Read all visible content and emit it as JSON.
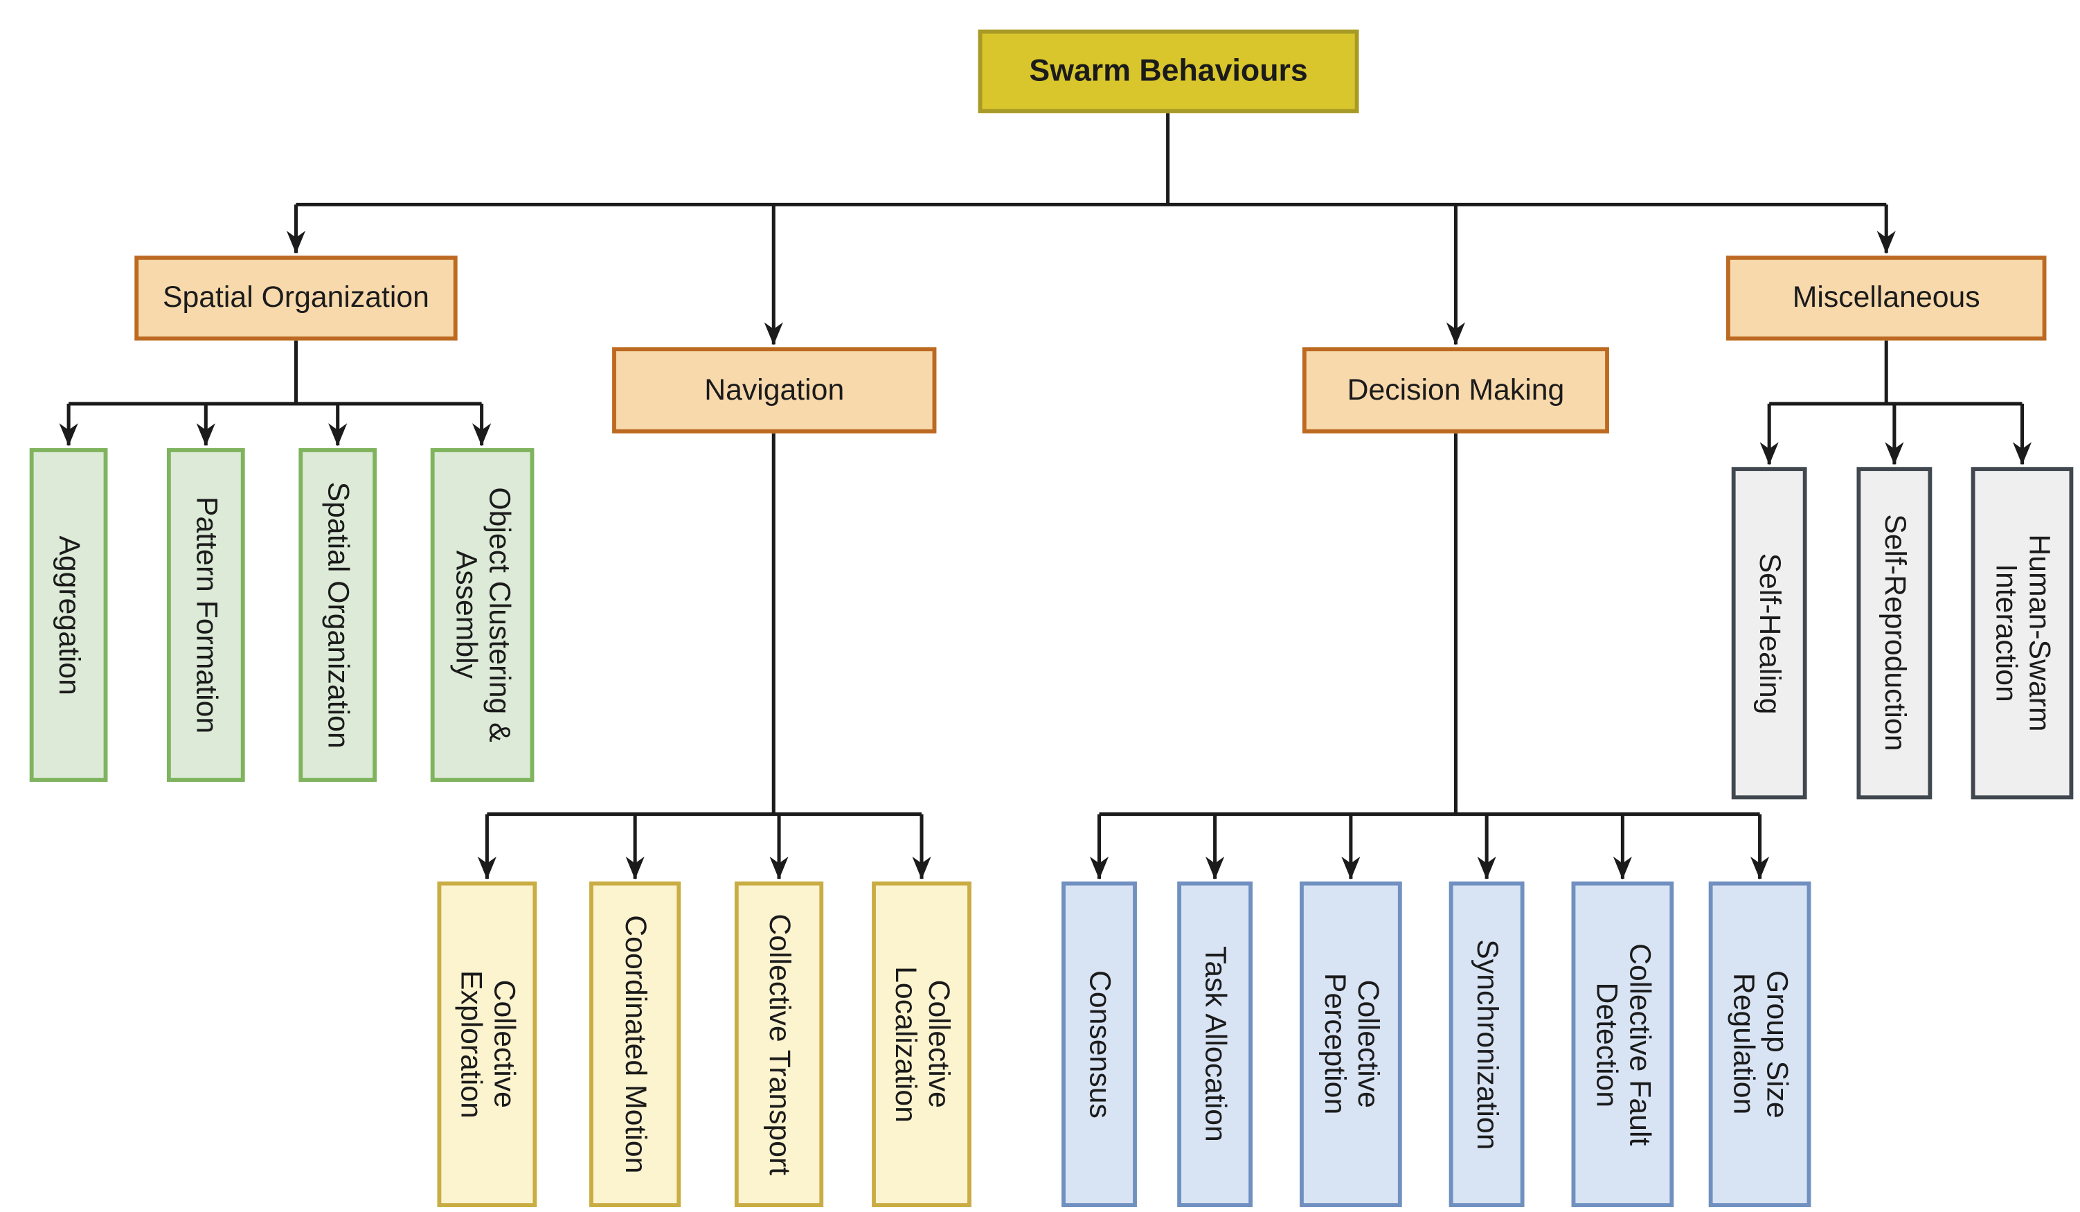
{
  "title": "Swarm Behaviours taxonomy diagram",
  "root": {
    "label": "Swarm Behaviours"
  },
  "branches": [
    {
      "label": "Spatial Organization",
      "children": [
        {
          "label": "Aggregation"
        },
        {
          "label": "Pattern Formation"
        },
        {
          "label": "Spatial Organization"
        },
        {
          "label": "Object Clustering &\nAssembly"
        }
      ]
    },
    {
      "label": "Navigation",
      "children": [
        {
          "label": "Collective\nExploration"
        },
        {
          "label": "Coordinated Motion"
        },
        {
          "label": "Collective Transport"
        },
        {
          "label": "Collective\nLocalization"
        }
      ]
    },
    {
      "label": "Decision Making",
      "children": [
        {
          "label": "Consensus"
        },
        {
          "label": "Task Allocation"
        },
        {
          "label": "Collective\nPerception"
        },
        {
          "label": "Synchronization"
        },
        {
          "label": "Collective Fault\nDetection"
        },
        {
          "label": "Group Size\nRegulation"
        }
      ]
    },
    {
      "label": "Miscellaneous",
      "children": [
        {
          "label": "Self-Healing"
        },
        {
          "label": "Self-Reproduction"
        },
        {
          "label": "Human-Swarm\nInteraction"
        }
      ]
    }
  ],
  "colors": {
    "root_fill": "#d8c62c",
    "root_border": "#a89a26",
    "category_fill": "#f8d9ac",
    "category_border": "#bc6a22",
    "spatial_children_fill": "#dcead7",
    "spatial_children_border": "#7fb35e",
    "navigation_children_fill": "#fcf3cf",
    "navigation_children_border": "#c9ad44",
    "decision_children_fill": "#d8e3f4",
    "decision_children_border": "#7090c0",
    "misc_children_fill": "#efeff0",
    "misc_children_border": "#41474e",
    "connector": "#1b1b1b"
  }
}
